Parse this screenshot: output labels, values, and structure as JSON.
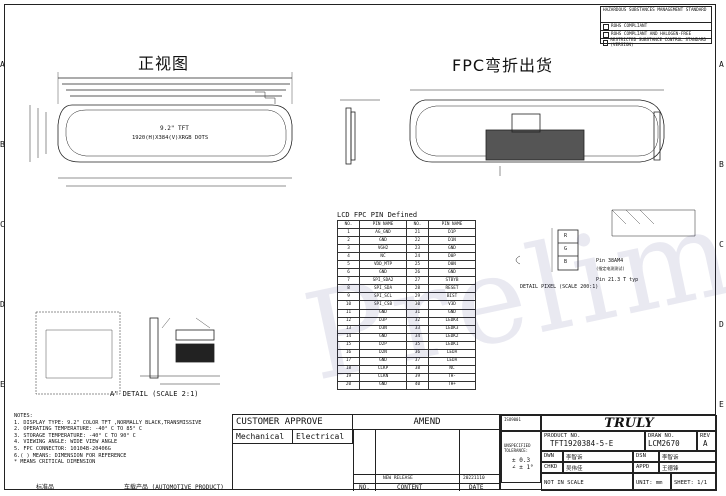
{
  "titles": {
    "front_view": "正视图",
    "fpc_bend": "FPC弯折出货",
    "pin_table": "LCD FPC PIN Defined",
    "detail_a": "A\" DETAIL    (SCALE 2:1)",
    "detail_pixel": "DETAIL PIXEL (SCALE 200:1)"
  },
  "panel": {
    "size": "9.2\" TFT",
    "resolution": "1920(H)X384(V)XRGB DOTS"
  },
  "zones_right": [
    "A",
    "B",
    "C",
    "D",
    "E"
  ],
  "zones_left": [
    "A",
    "B",
    "C",
    "D",
    "E"
  ],
  "hazard": {
    "title": "HAZARDOUS SUBSTANCES MANAGEMENT STANDARD",
    "rows": [
      "ROHS COMPLIANT",
      "ROHS COMPLIANT AND HALOGEN-FREE",
      "RESTRICTED SUBSTANCE CONTROL STANDARD (VERSION)"
    ]
  },
  "pin_table": {
    "headers": [
      "NO.",
      "PIN NAME",
      "NO.",
      "PIN NAME"
    ],
    "rows": [
      [
        "1",
        "AG_GND",
        "21",
        "D1P"
      ],
      [
        "2",
        "GND",
        "22",
        "D1N"
      ],
      [
        "3",
        "VGH2",
        "23",
        "GND"
      ],
      [
        "4",
        "NC",
        "24",
        "D0P"
      ],
      [
        "5",
        "VDD_MTP",
        "25",
        "D0N"
      ],
      [
        "6",
        "GND",
        "26",
        "GND"
      ],
      [
        "7",
        "SPI_SDA2",
        "27",
        "STBYB"
      ],
      [
        "8",
        "SPI_SDA",
        "28",
        "RESET"
      ],
      [
        "9",
        "SPI_SCL",
        "29",
        "BIST"
      ],
      [
        "10",
        "SPI_CSB",
        "30",
        "V3D"
      ],
      [
        "11",
        "GND",
        "31",
        "GND"
      ],
      [
        "12",
        "D3P",
        "32",
        "LEDK4"
      ],
      [
        "13",
        "D3N",
        "33",
        "LEDK3"
      ],
      [
        "14",
        "GND",
        "34",
        "LEDK2"
      ],
      [
        "15",
        "D2P",
        "35",
        "LEDK1"
      ],
      [
        "16",
        "D2N",
        "36",
        "LEDA"
      ],
      [
        "17",
        "GND",
        "37",
        "LEDA"
      ],
      [
        "18",
        "CLKP",
        "38",
        "NC"
      ],
      [
        "19",
        "CLKN",
        "39",
        "TH-"
      ],
      [
        "20",
        "GND",
        "40",
        "TH+"
      ]
    ]
  },
  "pixel_detail": {
    "colors": [
      "R",
      "G",
      "B"
    ],
    "note1": "Pin 38AM4",
    "note2": "(指定电测测试)",
    "note3": "Pin 21.3 T typ"
  },
  "notes": {
    "header": "NOTES:",
    "lines": [
      "1. DISPLAY TYPE: 9.2\" COLOR TFT ,NORMALLY BLACK,TRANSMISSIVE",
      "2. OPERATING TEMPERATURE:    -40° C TO 85° C",
      "3. STORAGE TEMPERATURE:     -40° C TO 90° C",
      "4. VIEWING ANGLE: WIDE VIEW ANGLE",
      "5. FPC CONNECTOR: 10104B-20406G",
      "6.( ) MEANS: DIMENSION FOR REFERENCE",
      "   * MEANS CRITICAL DIMENSION"
    ],
    "footer_std": "标准品",
    "footer_auto": "车载产品 (AUTOMOTIVE PRODUCT)"
  },
  "approval": {
    "customer": "CUSTOMER APPROVE",
    "amend": "AMEND",
    "mechanical": "Mechanical",
    "electrical": "Electrical",
    "release": "NEW RELEASE",
    "date_val": "20221110",
    "col_no": "NO.",
    "col_content": "CONTENT",
    "col_date": "DATE"
  },
  "title_block": {
    "brand": "TRULY",
    "iso_mark": "ISO9001",
    "tolerance_label": "UNSPECIFIED TOLERANCE:",
    "tol1": "± 0.3",
    "tol2": "∠ ± 1°",
    "product_no_label": "PRODUCT NO.",
    "product_no": "TFT1920384-5-E",
    "draw_no_label": "DRAW NO.",
    "draw_no": "LCM2670",
    "rev_label": "REV",
    "rev": "A",
    "dwn_label": "DWN",
    "dwn": "李智诉",
    "dsn_label": "DSN",
    "dsn": "李智诉",
    "chkd_label": "CHKD",
    "chkd": "吴伟佳",
    "appd_label": "APPD",
    "appd": "王德锋",
    "scale_label": "NOT IN SCALE",
    "unit_label": "UNIT: mm",
    "sheet_label": "SHEET: 1/1"
  },
  "watermark": "Preliminary"
}
